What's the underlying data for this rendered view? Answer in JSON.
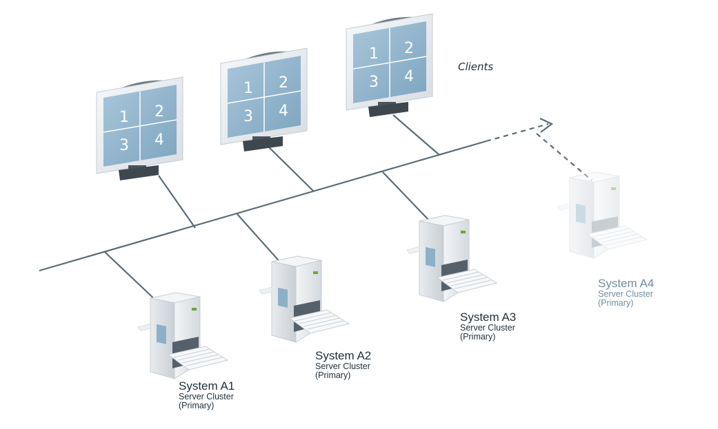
{
  "clients_label": "Clients",
  "monitors": [
    {
      "quadrants": [
        "1",
        "2",
        "3",
        "4"
      ]
    },
    {
      "quadrants": [
        "1",
        "2",
        "3",
        "4"
      ]
    },
    {
      "quadrants": [
        "1",
        "2",
        "3",
        "4"
      ]
    }
  ],
  "servers": [
    {
      "name": "System A1",
      "type": "Server Cluster",
      "role": "(Primary)",
      "faded": false
    },
    {
      "name": "System A2",
      "type": "Server Cluster",
      "role": "(Primary)",
      "faded": false
    },
    {
      "name": "System A3",
      "type": "Server Cluster",
      "role": "(Primary)",
      "faded": false
    },
    {
      "name": "System A4",
      "type": "Server Cluster",
      "role": "(Primary)",
      "faded": true
    }
  ],
  "colors": {
    "network_line": "#5b6b74",
    "screen_fill": "#8fb3cc",
    "monitor_frame": "#eef1f4",
    "server_body": "#e6e9ed",
    "label_text": "#1f2d37",
    "faded_label_text": "#6e8da3"
  }
}
